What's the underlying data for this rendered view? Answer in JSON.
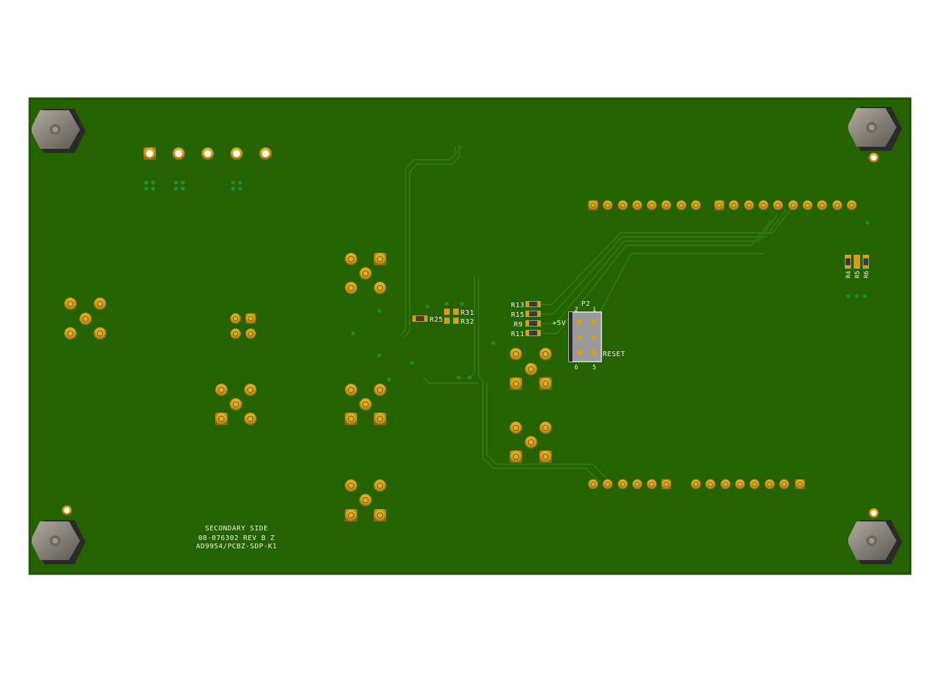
{
  "board": {
    "side_label": "SECONDARY SIDE",
    "part_number": "08-076302 REV B Z",
    "model": "AD9954/PCBZ-SDP-K1"
  },
  "labels": {
    "r25": "R25",
    "r31": "R31",
    "r32": "R32",
    "r13": "R13",
    "r15": "R15",
    "r9": "R9",
    "r11": "R11",
    "p2": "P2",
    "p2_pin1": "1",
    "p2_pin2": "2",
    "p2_pin5": "5",
    "p2_pin6": "6",
    "plus5v": "+5V",
    "reset": "RESET",
    "r4": "R4",
    "r5": "R5",
    "r6": "R6"
  },
  "colors": {
    "board": "#256200",
    "board_edge": "#1c4f00",
    "trace": "#2f7a0a",
    "pad_gold": "#d4a017",
    "standoff": "#8a857c"
  }
}
